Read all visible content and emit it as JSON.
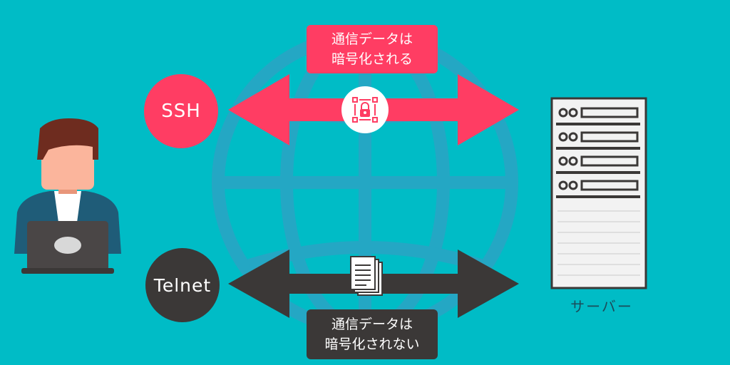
{
  "colors": {
    "background": "#00BCC6",
    "globe": "#24A7C4",
    "secure": "#FF3D63",
    "insecure": "#3B3837",
    "server_body": "#F2F2F2",
    "server_slots": "#3B3837"
  },
  "protocols": {
    "ssh": {
      "label": "SSH",
      "caption_line1": "通信データは",
      "caption_line2": "暗号化される",
      "icon": "lock-icon"
    },
    "telnet": {
      "label": "Telnet",
      "caption_line1": "通信データは",
      "caption_line2": "暗号化されない",
      "icon": "document-icon"
    }
  },
  "server": {
    "caption": "サーバー",
    "icon": "server-icon"
  },
  "client": {
    "icon": "user-laptop-icon"
  },
  "network": {
    "icon": "globe-icon"
  }
}
